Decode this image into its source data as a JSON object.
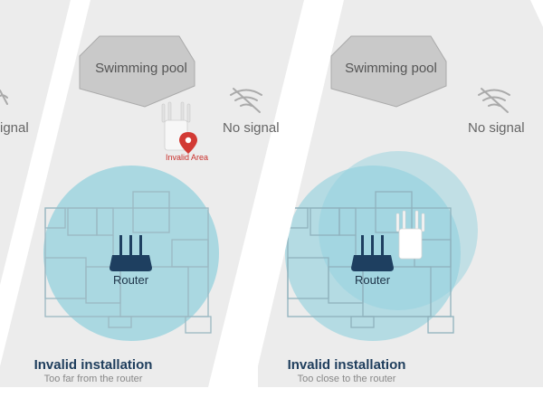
{
  "labels": {
    "pool": "Swimming pool",
    "no_signal": "No signal",
    "no_signal_partial": "ignal",
    "router": "Router",
    "invalid_area": "Invalid Area"
  },
  "panels": [
    {
      "title": "Invalid installation",
      "subtitle": "Too far from the router"
    },
    {
      "title": "Invalid installation",
      "subtitle": "Too close to the router"
    }
  ],
  "colors": {
    "background": "#ffffff",
    "panel": "#ececec",
    "coverage": "#8fd0dd",
    "router": "#1e3f60",
    "pin": "#d23a34",
    "caption": "#1e3d5c"
  },
  "icons": [
    "wifi-off-icon",
    "location-pin-icon",
    "router-icon",
    "extender-icon"
  ]
}
